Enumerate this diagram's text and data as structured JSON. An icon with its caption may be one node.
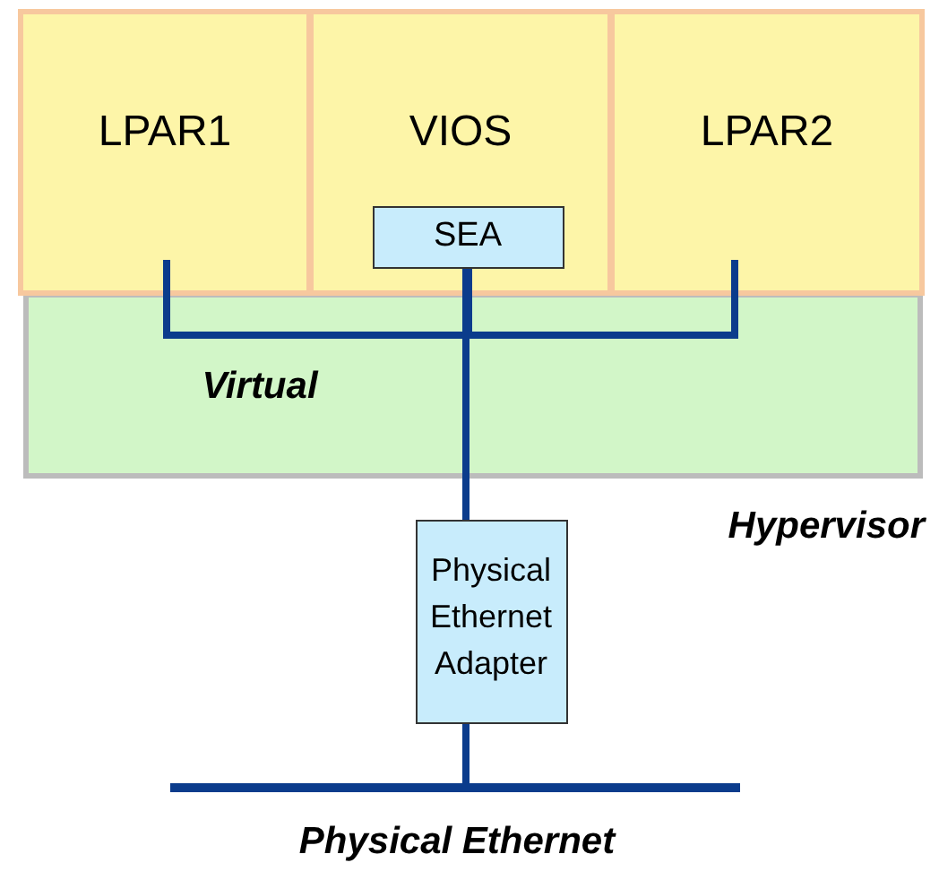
{
  "diagram": {
    "nodes": [
      {
        "text": [
          "LPAR1"
        ]
      },
      {
        "text": [
          "VIOS"
        ]
      },
      {
        "text": [
          "LPAR2"
        ]
      },
      {
        "text": [
          "SEA"
        ],
        "in": 1
      },
      {
        "text": [
          "Physical Ethernet Adapter"
        ]
      },
      {
        "text": [],
        "shape": "bar"
      }
    ],
    "edges": [
      {
        "from": 0,
        "to": 3,
        "arrow": "none"
      },
      {
        "from": 2,
        "to": 3,
        "arrow": "none"
      },
      {
        "from": 3,
        "to": 4,
        "arrow": "none"
      },
      {
        "from": 4,
        "to": 5,
        "arrow": "none"
      }
    ],
    "labels": [
      "Virtual",
      "Hypervisor",
      "Physical Ethernet"
    ]
  }
}
